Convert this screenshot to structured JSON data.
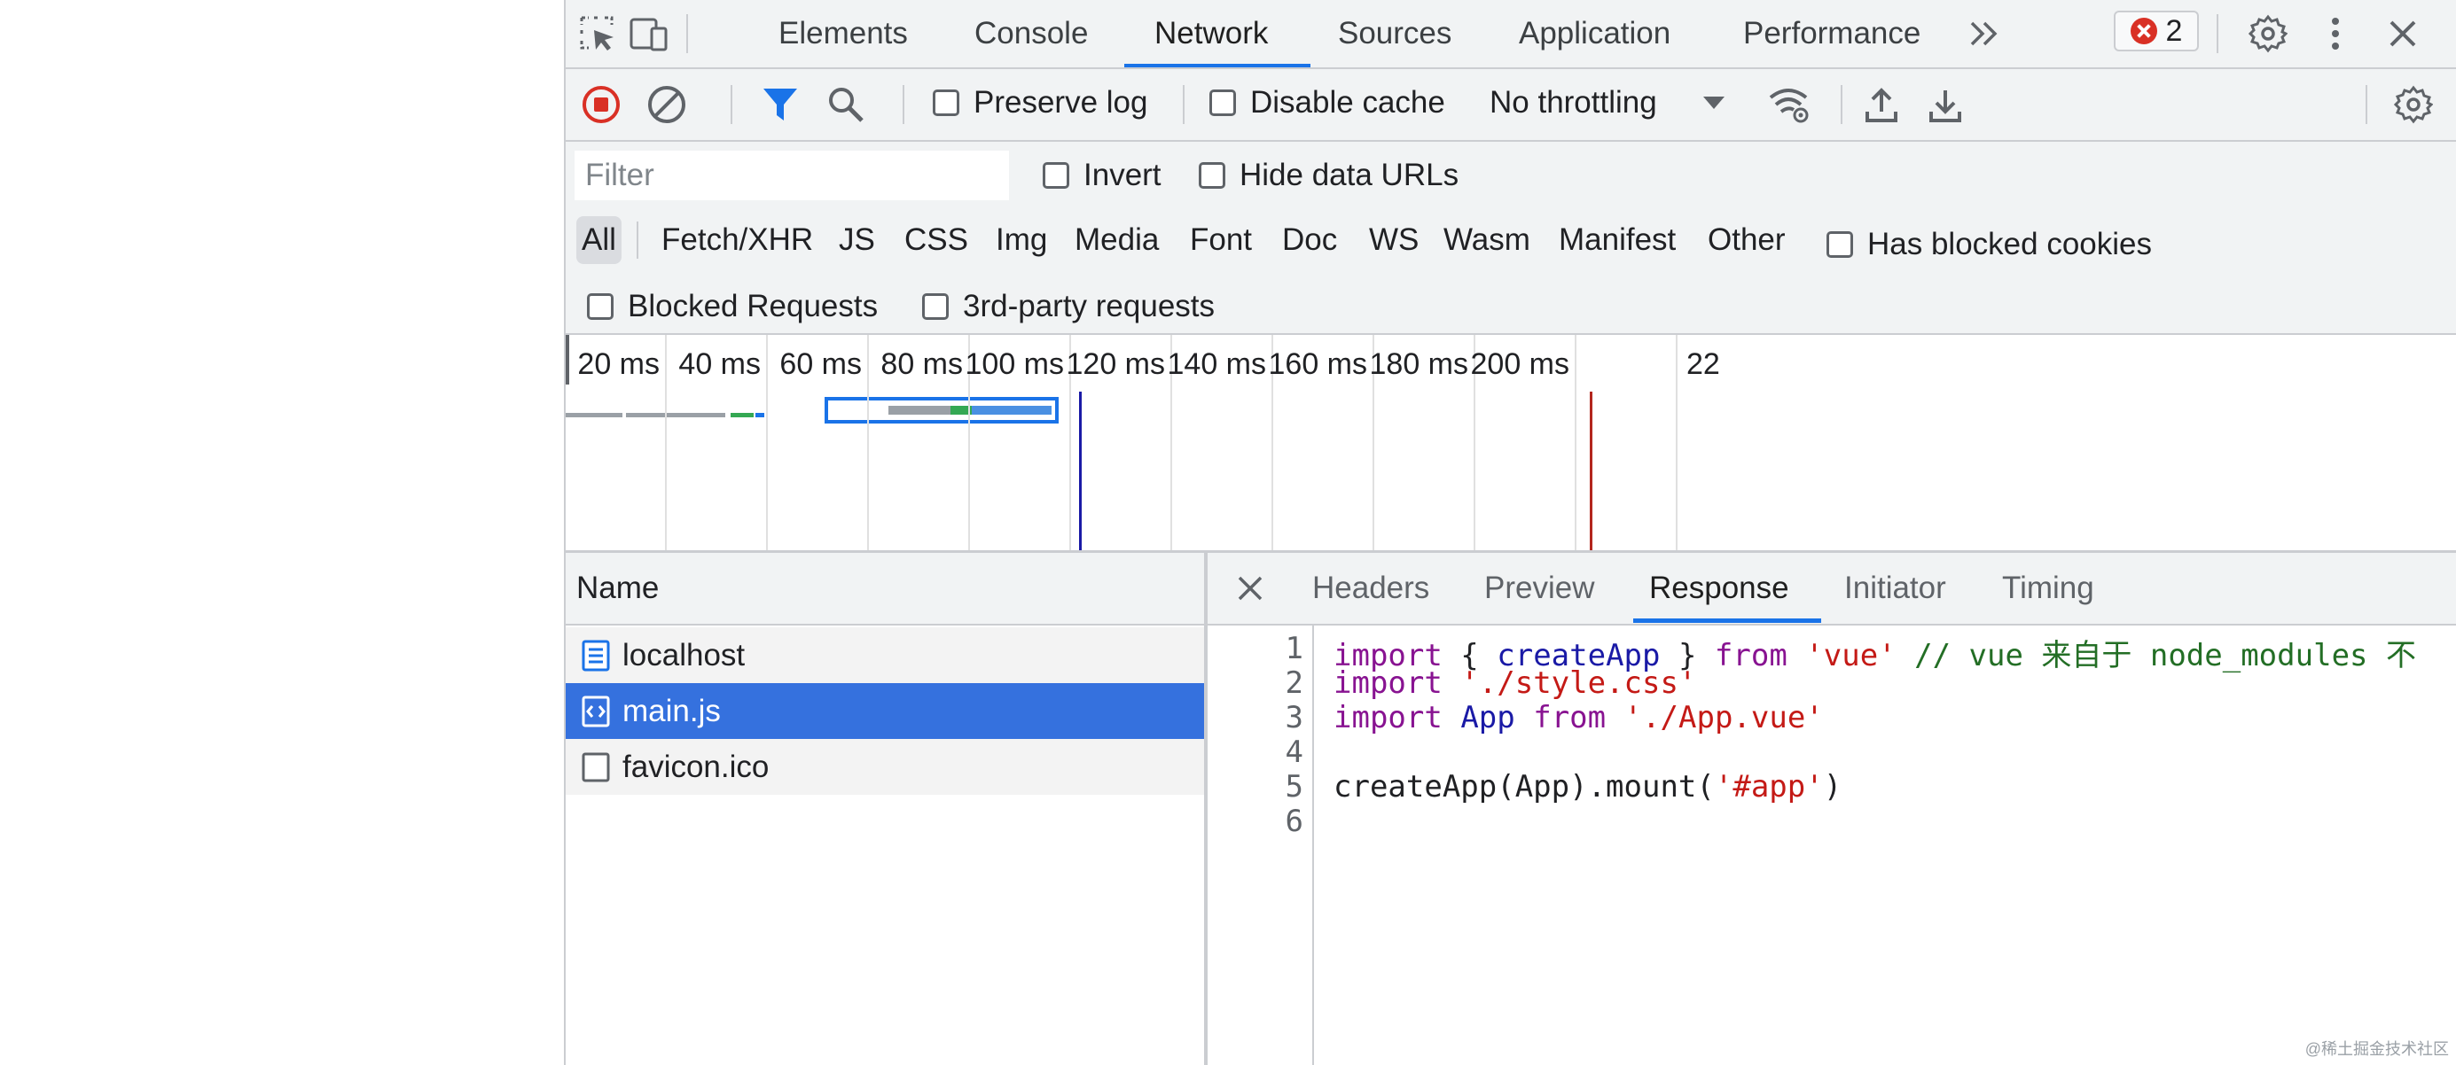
{
  "main_tabs": [
    "Elements",
    "Console",
    "Network",
    "Sources",
    "Application",
    "Performance"
  ],
  "error_count": "2",
  "toolbar": {
    "preserve_log": "Preserve log",
    "disable_cache": "Disable cache",
    "throttling": "No throttling"
  },
  "filter": {
    "placeholder": "Filter",
    "invert": "Invert",
    "hide_data_urls": "Hide data URLs",
    "types": [
      "All",
      "Fetch/XHR",
      "JS",
      "CSS",
      "Img",
      "Media",
      "Font",
      "Doc",
      "WS",
      "Wasm",
      "Manifest",
      "Other"
    ],
    "has_blocked_cookies": "Has blocked cookies",
    "blocked_requests": "Blocked Requests",
    "third_party": "3rd-party requests"
  },
  "overview": {
    "ticks": [
      "20 ms",
      "40 ms",
      "60 ms",
      "80 ms",
      "100 ms",
      "120 ms",
      "140 ms",
      "160 ms",
      "180 ms",
      "200 ms",
      "22"
    ],
    "dom_content_loaded_ms": 102,
    "load_ms": 203,
    "colors": {
      "dcl": "#1a1aa6",
      "load": "#b3261e",
      "bar_blue": "#1a73e8",
      "bar_green": "#34a853",
      "bar_gray": "#9aa0a6"
    }
  },
  "requests": {
    "header": "Name",
    "items": [
      {
        "name": "localhost",
        "type": "document"
      },
      {
        "name": "main.js",
        "type": "script"
      },
      {
        "name": "favicon.ico",
        "type": "other"
      }
    ],
    "selected": "main.js"
  },
  "details": {
    "tabs": [
      "Headers",
      "Preview",
      "Response",
      "Initiator",
      "Timing"
    ],
    "active_tab": "Response",
    "line_numbers": [
      "1",
      "2",
      "3",
      "4",
      "5",
      "6"
    ],
    "code": {
      "l1_import": "import",
      "l1_open": " { ",
      "l1_name": "createApp",
      "l1_close": " } ",
      "l1_from": "from",
      "l1_str": "'vue'",
      "l1_comment": " // vue 来自于 node_modules 不",
      "l2_import": "import",
      "l2_str": "'./style.css'",
      "l3_import": "import",
      "l3_name": "App",
      "l3_from": "from",
      "l3_str": "'./App.vue'",
      "l5_call": "createApp(App).mount(",
      "l5_str": "'#app'",
      "l5_end": ")"
    }
  },
  "watermark": "@稀土掘金技术社区"
}
